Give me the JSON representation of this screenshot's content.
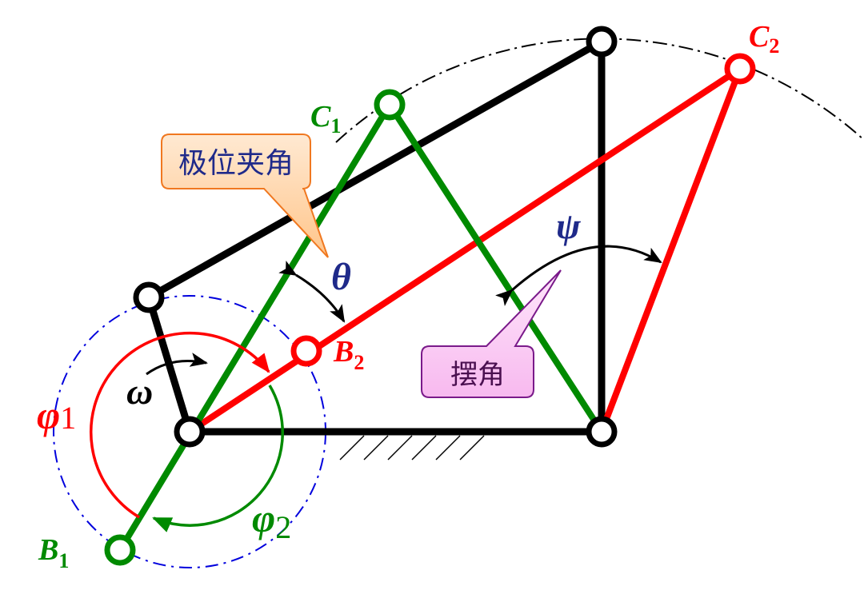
{
  "title": "Crank-rocker mechanism: limit positions",
  "colors": {
    "link": "#000000",
    "pos1": "#008a00",
    "pos2": "#ff0000",
    "crank_circle": "#0000dd",
    "callout_orange": "#ffd9b0",
    "callout_purple": "#ffd0f8",
    "label_blue": "#1f2a8a"
  },
  "labels": {
    "C1": "C",
    "C1_sub": "1",
    "C2": "C",
    "C2_sub": "2",
    "B1": "B",
    "B1_sub": "1",
    "B2": "B",
    "B2_sub": "2",
    "theta": "θ",
    "psi": "ψ",
    "omega": "ω",
    "phi1": "φ",
    "phi1_sub": "1",
    "phi2": "φ",
    "phi2_sub": "2"
  },
  "callouts": {
    "limit_angle": "极位夹角",
    "swing_angle": "摆角"
  }
}
